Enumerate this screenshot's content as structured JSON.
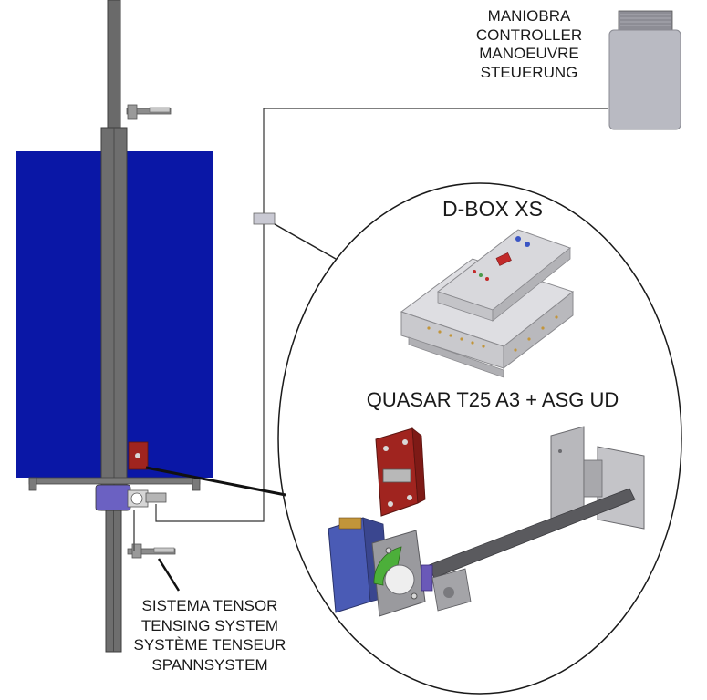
{
  "controller": {
    "labels": [
      "MANIOBRA",
      "CONTROLLER",
      "MANOEUVRE",
      "STEUERUNG"
    ]
  },
  "tensing_system": {
    "labels": [
      "SISTEMA TENSOR",
      "TENSING SYSTEM",
      "SYSTÈME TENSEUR",
      "SPANNSYSTEM"
    ]
  },
  "detail": {
    "dbox_label": "D-BOX XS",
    "quasar_label": "QUASAR T25 A3 + ASG UD"
  },
  "colors": {
    "banner_blue": "#0a17a6",
    "pole_grey": "#5e5e5e",
    "bracket_red": "#a0241f",
    "controller_grey": "#b9bac2",
    "bracket_purple": "#6a59b8"
  }
}
